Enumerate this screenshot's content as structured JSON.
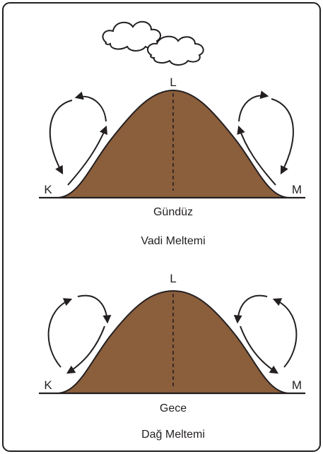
{
  "colors": {
    "mountain": "#8b5e3c",
    "ink": "#231f20",
    "border": "#231f20",
    "background": "#ffffff"
  },
  "icons": [
    "cloud-icon"
  ],
  "panels": [
    {
      "peak_label": "L",
      "left_label": "K",
      "right_label": "M",
      "caption_line1": "Gündüz",
      "caption_line2": "Vadi Meltemi",
      "flow_direction": "upslope",
      "has_clouds": true
    },
    {
      "peak_label": "L",
      "left_label": "K",
      "right_label": "M",
      "caption_line1": "Gece",
      "caption_line2": "Dağ Meltemi",
      "flow_direction": "downslope",
      "has_clouds": false
    }
  ]
}
